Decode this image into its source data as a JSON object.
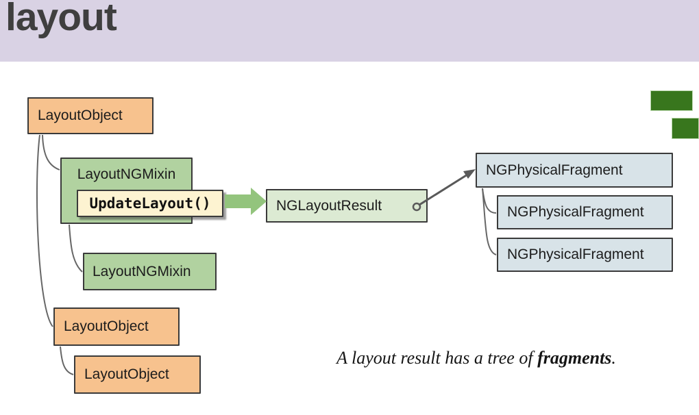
{
  "slide": {
    "title": "layout",
    "caption": {
      "prefix": "A layout result has a tree of ",
      "emphasis": "fragments",
      "suffix": "."
    }
  },
  "diagram": {
    "nodes": [
      {
        "id": "layout-object-root",
        "label": "LayoutObject",
        "type": "layout-object"
      },
      {
        "id": "layout-ng-mixin",
        "label": "LayoutNGMixin",
        "type": "ng-mixin"
      },
      {
        "id": "update-layout-method",
        "label": "UpdateLayout()",
        "type": "method-call"
      },
      {
        "id": "ng-layout-result",
        "label": "NGLayoutResult",
        "type": "layout-result"
      },
      {
        "id": "ng-physical-fragment-root",
        "label": "NGPhysicalFragment",
        "type": "fragment"
      },
      {
        "id": "ng-physical-fragment-1",
        "label": "NGPhysicalFragment",
        "type": "fragment"
      },
      {
        "id": "ng-physical-fragment-2",
        "label": "NGPhysicalFragment",
        "type": "fragment"
      },
      {
        "id": "layout-ng-mixin-child",
        "label": "LayoutNGMixin",
        "type": "ng-mixin"
      },
      {
        "id": "layout-object-child",
        "label": "LayoutObject",
        "type": "layout-object"
      },
      {
        "id": "layout-object-grandchild",
        "label": "LayoutObject",
        "type": "layout-object"
      }
    ],
    "edges": [
      {
        "from": "layout-object-root",
        "to": "layout-ng-mixin",
        "style": "curved-line"
      },
      {
        "from": "layout-object-root",
        "to": "layout-object-child",
        "style": "curved-line"
      },
      {
        "from": "layout-ng-mixin",
        "to": "layout-ng-mixin-child",
        "style": "curved-line"
      },
      {
        "from": "layout-object-child",
        "to": "layout-object-grandchild",
        "style": "curved-line"
      },
      {
        "from": "update-layout-method",
        "to": "ng-layout-result",
        "style": "block-arrow"
      },
      {
        "from": "ng-layout-result",
        "to": "ng-physical-fragment-root",
        "style": "circle-tail-arrow"
      },
      {
        "from": "ng-physical-fragment-root",
        "to": "ng-physical-fragment-1",
        "style": "curved-line"
      },
      {
        "from": "ng-physical-fragment-root",
        "to": "ng-physical-fragment-2",
        "style": "curved-line"
      }
    ]
  },
  "colors": {
    "header_background": "#d9d2e4",
    "title_text": "#3f3f3f",
    "layout_object_fill": "#f7c28e",
    "ng_mixin_fill": "#b1d2a0",
    "method_fill": "#fdf3d1",
    "layout_result_fill": "#dcead3",
    "fragment_fill": "#d8e3e8",
    "block_arrow_green": "#93c47d",
    "accent_dark_green": "#38761d",
    "connector_gray": "#666666",
    "box_border": "#3a3a3a"
  }
}
